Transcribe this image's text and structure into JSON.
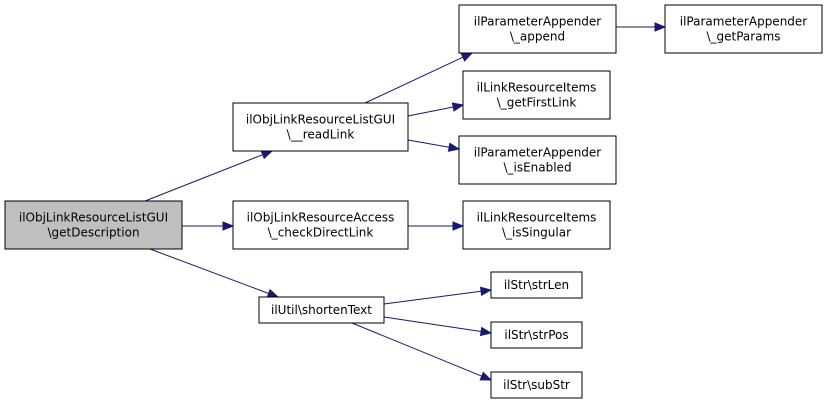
{
  "colors": {
    "edge": "#191970",
    "root_fill": "#bfbfbf",
    "node_fill": "#ffffff",
    "node_border": "#000000"
  },
  "nodes": [
    {
      "id": "getDescription",
      "lines": [
        "ilObjLinkResourceListGUI",
        "\\getDescription"
      ],
      "highlighted": true
    },
    {
      "id": "readLink",
      "lines": [
        "ilObjLinkResourceListGUI",
        "\\__readLink"
      ]
    },
    {
      "id": "checkDirectLink",
      "lines": [
        "ilObjLinkResourceAccess",
        "\\_checkDirectLink"
      ]
    },
    {
      "id": "shortenText",
      "lines": [
        "ilUtil\\shortenText"
      ]
    },
    {
      "id": "append",
      "lines": [
        "ilParameterAppender",
        "\\_append"
      ]
    },
    {
      "id": "getFirstLink",
      "lines": [
        "ilLinkResourceItems",
        "\\_getFirstLink"
      ]
    },
    {
      "id": "isEnabled",
      "lines": [
        "ilParameterAppender",
        "\\_isEnabled"
      ]
    },
    {
      "id": "isSingular",
      "lines": [
        "ilLinkResourceItems",
        "\\_isSingular"
      ]
    },
    {
      "id": "getParams",
      "lines": [
        "ilParameterAppender",
        "\\_getParams"
      ]
    },
    {
      "id": "strLen",
      "lines": [
        "ilStr\\strLen"
      ]
    },
    {
      "id": "strPos",
      "lines": [
        "ilStr\\strPos"
      ]
    },
    {
      "id": "subStr",
      "lines": [
        "ilStr\\subStr"
      ]
    }
  ],
  "edges": [
    {
      "from": "getDescription",
      "to": "readLink"
    },
    {
      "from": "getDescription",
      "to": "checkDirectLink"
    },
    {
      "from": "getDescription",
      "to": "shortenText"
    },
    {
      "from": "readLink",
      "to": "append"
    },
    {
      "from": "readLink",
      "to": "getFirstLink"
    },
    {
      "from": "readLink",
      "to": "isEnabled"
    },
    {
      "from": "append",
      "to": "getParams"
    },
    {
      "from": "checkDirectLink",
      "to": "isSingular"
    },
    {
      "from": "shortenText",
      "to": "strLen"
    },
    {
      "from": "shortenText",
      "to": "strPos"
    },
    {
      "from": "shortenText",
      "to": "subStr"
    }
  ]
}
